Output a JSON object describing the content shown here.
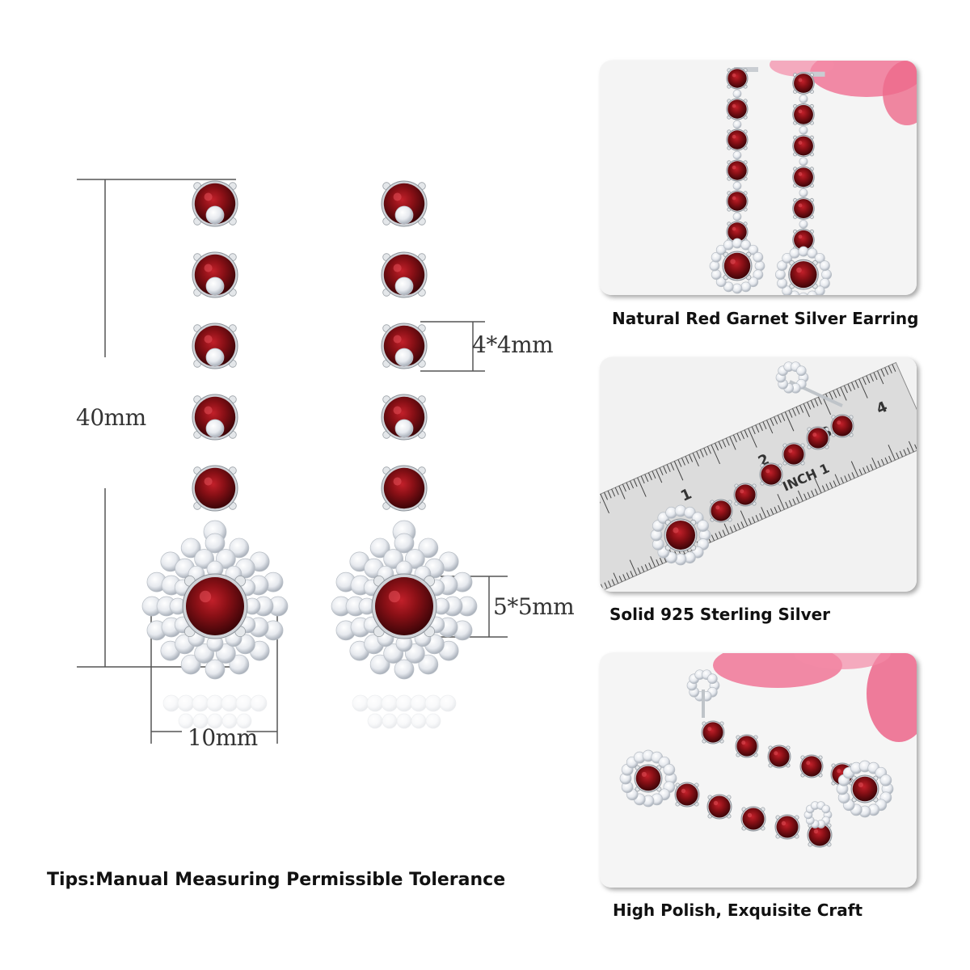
{
  "dimensions": {
    "length": "40mm",
    "width": "10mm",
    "small_stone": "4*4mm",
    "main_stone": "5*5mm"
  },
  "tips": "Tips:Manual Measuring Permissible Tolerance",
  "photos": [
    {
      "caption": "Natural Red Garnet Silver Earring"
    },
    {
      "caption": "Solid 925 Sterling Silver"
    },
    {
      "caption": "High Polish, Exquisite Craft"
    }
  ],
  "ruler_numbers": [
    "1",
    "2",
    "3",
    "4",
    "INCH 1"
  ],
  "colors": {
    "garnet": "#7a0d12",
    "silver": "#d9dde2",
    "petal": "#f06a8e",
    "line": "#555555"
  }
}
